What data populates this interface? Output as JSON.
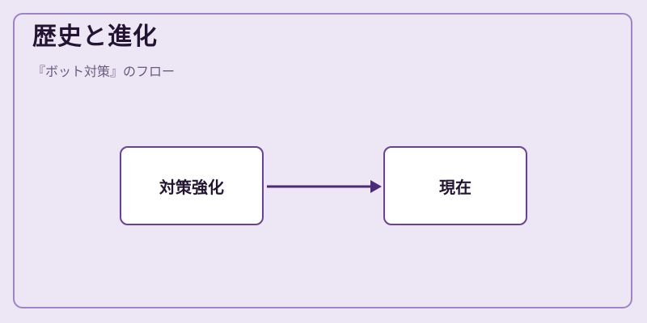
{
  "header": {
    "title": "歴史と進化",
    "subtitle": "『ボット対策』のフロー"
  },
  "flow": {
    "nodes": [
      {
        "label": "対策強化"
      },
      {
        "label": "現在"
      }
    ],
    "edges": [
      {
        "from": 0,
        "to": 1
      }
    ]
  },
  "colors": {
    "background": "#ede6f5",
    "frame_border": "#9d83c9",
    "node_border": "#6b3fa0",
    "arrow": "#4b2a7a",
    "title_text": "#231433"
  }
}
